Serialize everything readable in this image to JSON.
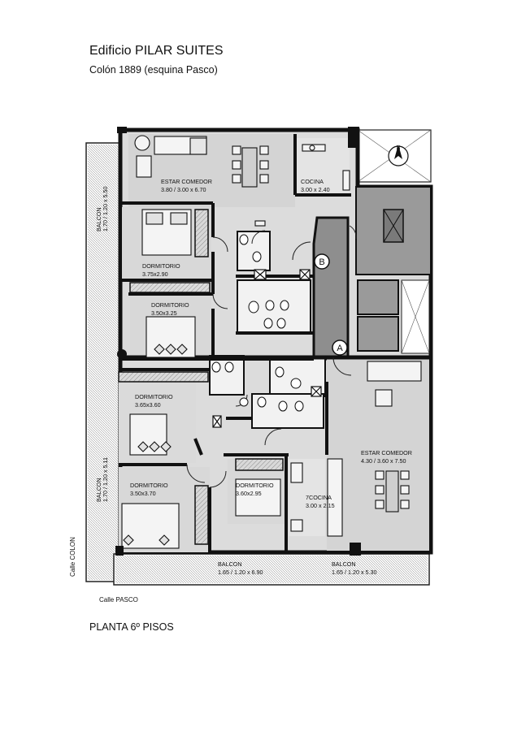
{
  "header": {
    "title": "Edificio PILAR SUITES",
    "address": "Colón 1889 (esquina Pasco)"
  },
  "footer": {
    "floor_label": "PLANTA 6º PISOS"
  },
  "streets": {
    "side": "Calle COLON",
    "bottom": "Calle PASCO"
  },
  "compass": {
    "label": "N"
  },
  "markers": {
    "a": "A",
    "b": "B"
  },
  "rooms": {
    "estar1": {
      "name": "ESTAR COMEDOR",
      "dims": "3.80 / 3.00 x 6.70"
    },
    "cocina1": {
      "name": "COCINA",
      "dims": "3.00 x 2.40"
    },
    "dorm1": {
      "name": "DORMITORIO",
      "dims": "3.75x2.90"
    },
    "dorm2": {
      "name": "DORMITORIO",
      "dims": "3.50x3.25"
    },
    "dorm3": {
      "name": "DORMITORIO",
      "dims": "3.65x3.60"
    },
    "estar2": {
      "name": "ESTAR COMEDOR",
      "dims": "4.30 / 3.60 x 7.50"
    },
    "dorm4": {
      "name": "DORMITORIO",
      "dims": "3.50x3.70"
    },
    "dorm5": {
      "name": "DORMITORIO",
      "dims": "3.60x2.95"
    },
    "cocina2": {
      "name": "7COCINA",
      "dims": "3.00 x 2.15"
    }
  },
  "balconies": {
    "left_top": {
      "name": "BALCON",
      "dims": "1.70 / 1.20 x 5.50"
    },
    "left_bottom": {
      "name": "BALCON",
      "dims": "1.70 / 1.20 x 5.11"
    },
    "bottom_left": {
      "name": "BALCON",
      "dims": "1.65 / 1.20 x 6.90"
    },
    "bottom_right": {
      "name": "BALCON",
      "dims": "1.65 / 1.20 x 5.30"
    }
  }
}
